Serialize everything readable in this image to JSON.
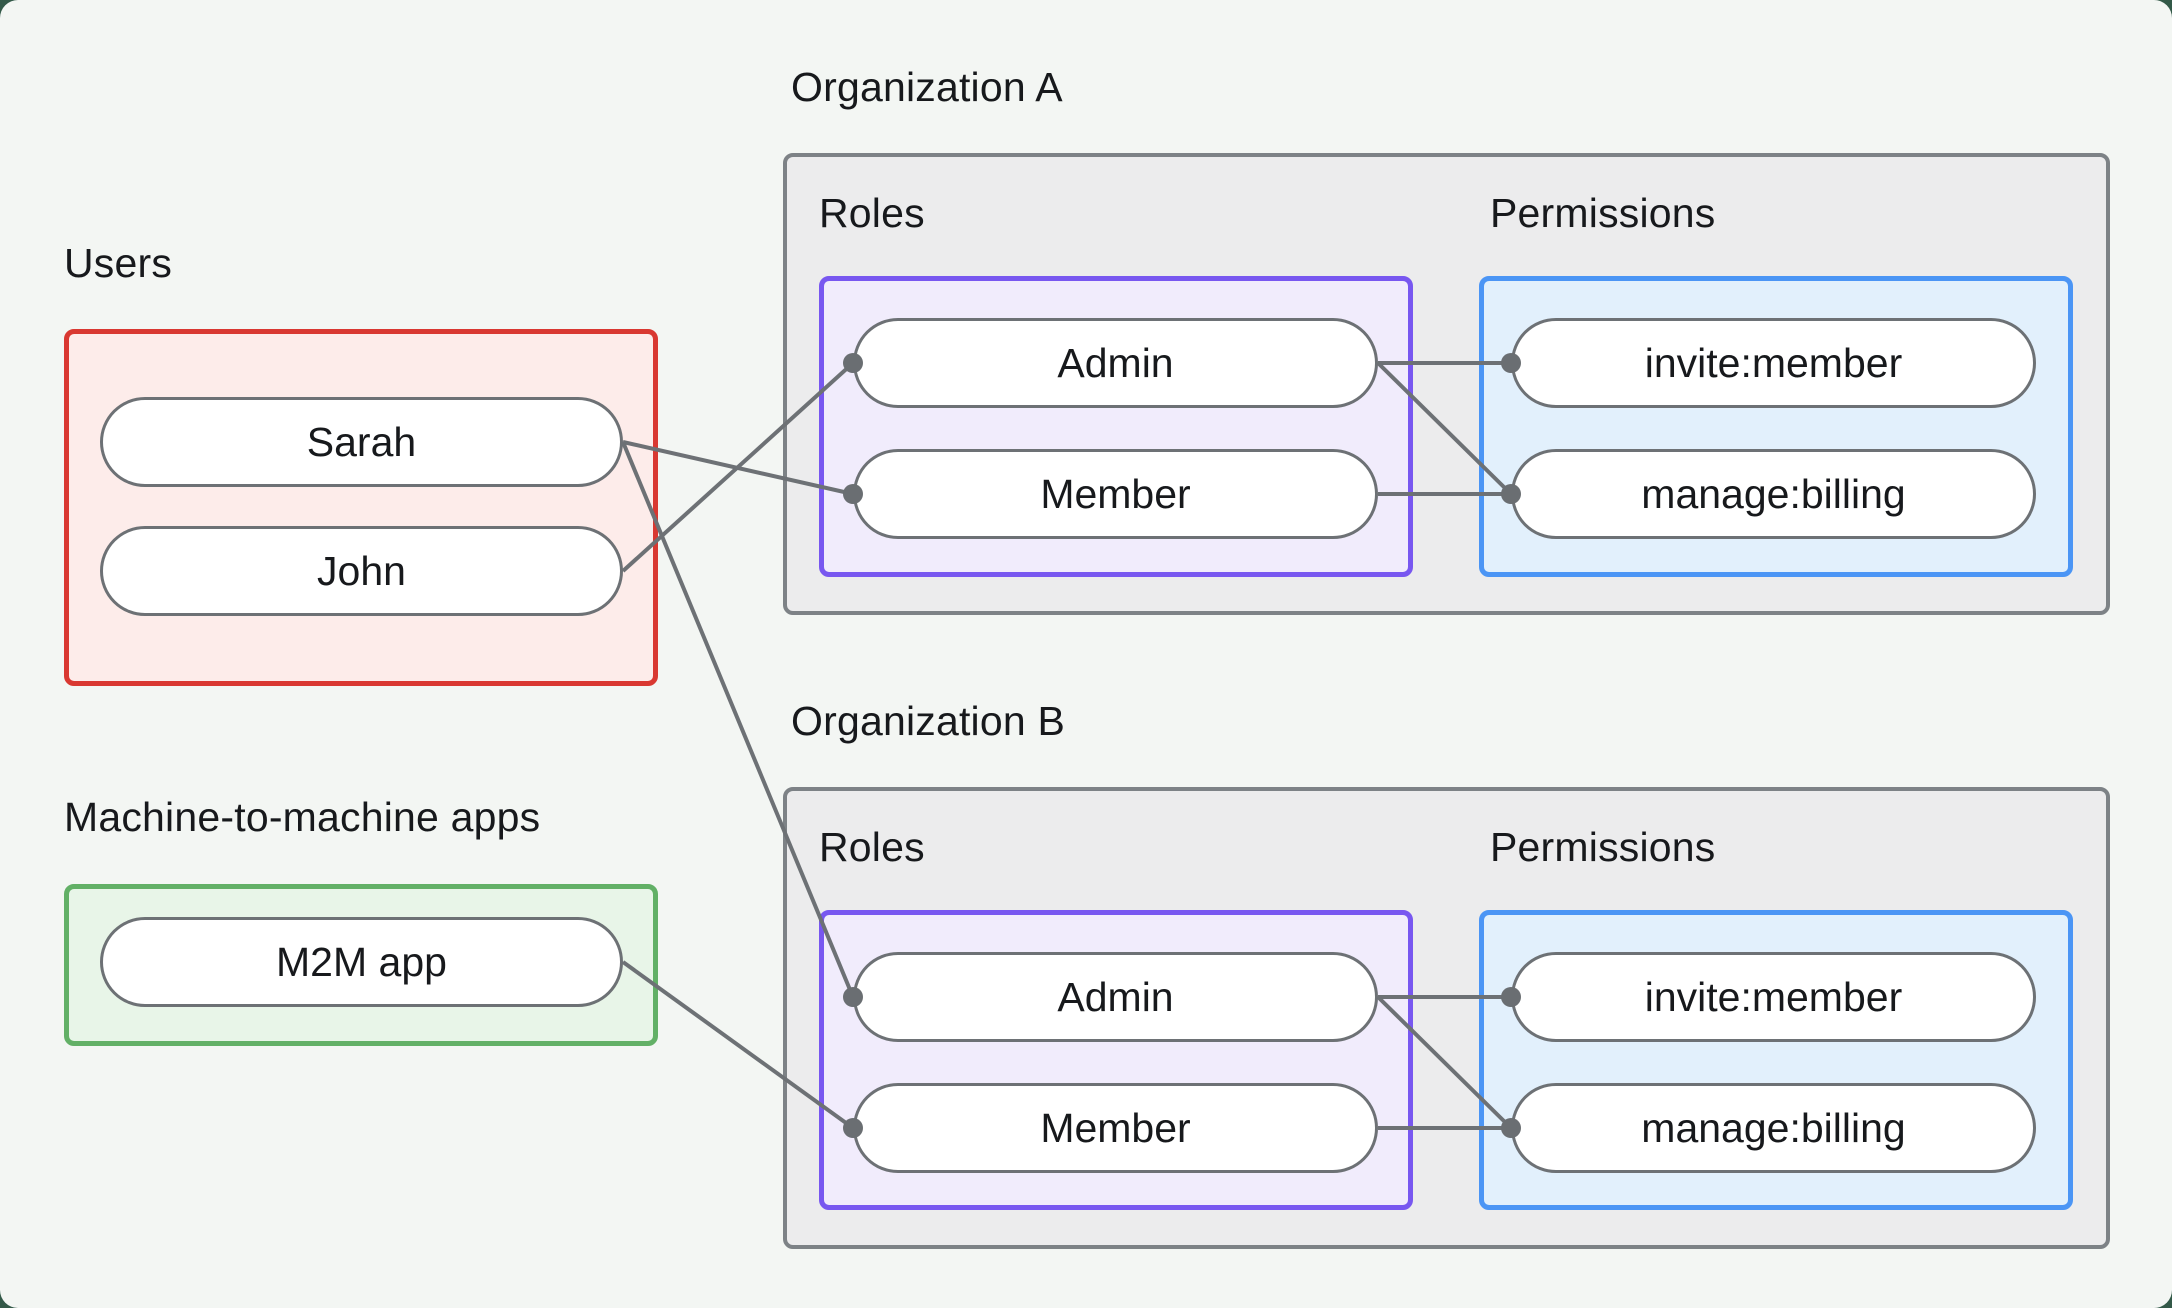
{
  "canvas": {
    "background": "#f3f6f3",
    "page_background": "#335948",
    "connector_color": "#6d7175"
  },
  "users_group": {
    "label": "Users",
    "border_color": "#d93831",
    "fill": "#fdecea",
    "items": [
      {
        "label": "Sarah"
      },
      {
        "label": "John"
      }
    ]
  },
  "m2m_group": {
    "label": "Machine-to-machine apps",
    "border_color": "#62b066",
    "fill": "#e8f5e8",
    "items": [
      {
        "label": "M2M app"
      }
    ]
  },
  "org_a": {
    "label": "Organization A",
    "roles_label": "Roles",
    "permissions_label": "Permissions",
    "roles_border_color": "#7857f0",
    "permissions_border_color": "#4b95f5",
    "roles": [
      {
        "label": "Admin"
      },
      {
        "label": "Member"
      }
    ],
    "permissions": [
      {
        "label": "invite:member"
      },
      {
        "label": "manage:billing"
      }
    ]
  },
  "org_b": {
    "label": "Organization B",
    "roles_label": "Roles",
    "permissions_label": "Permissions",
    "roles_border_color": "#7857f0",
    "permissions_border_color": "#4b95f5",
    "roles": [
      {
        "label": "Admin"
      },
      {
        "label": "Member"
      }
    ],
    "permissions": [
      {
        "label": "invite:member"
      },
      {
        "label": "manage:billing"
      }
    ]
  },
  "edges": [
    {
      "from": "Sarah",
      "to": "Organization A / Member"
    },
    {
      "from": "John",
      "to": "Organization A / Admin"
    },
    {
      "from": "Sarah",
      "to": "Organization B / Admin"
    },
    {
      "from": "M2M app",
      "to": "Organization B / Member"
    },
    {
      "from": "Organization A / Admin",
      "to": "Organization A / invite:member"
    },
    {
      "from": "Organization A / Admin",
      "to": "Organization A / manage:billing"
    },
    {
      "from": "Organization A / Member",
      "to": "Organization A / manage:billing"
    },
    {
      "from": "Organization B / Admin",
      "to": "Organization B / invite:member"
    },
    {
      "from": "Organization B / Admin",
      "to": "Organization B / manage:billing"
    },
    {
      "from": "Organization B / Member",
      "to": "Organization B / manage:billing"
    }
  ]
}
